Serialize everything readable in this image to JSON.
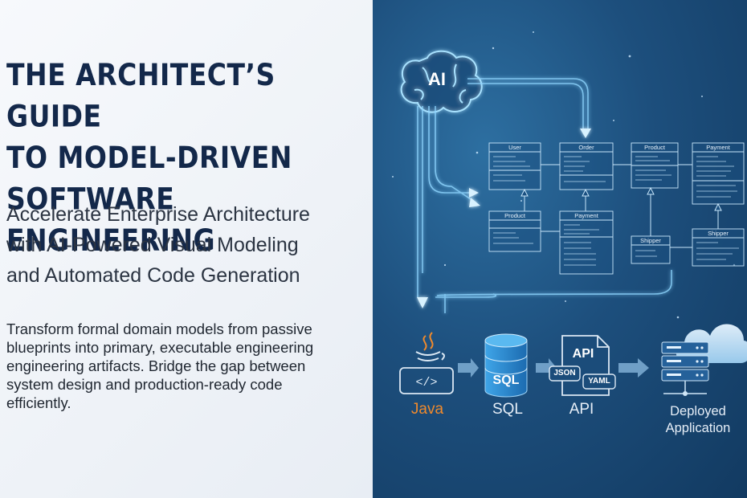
{
  "left": {
    "title_lines": [
      "THE ARCHITECT’S GUIDE",
      "TO MODEL-DRIVEN",
      "SOFTWARE ENGINEERING"
    ],
    "subtitle_lines": [
      "Accelerate Enterprise Architecture",
      "with AI-Powered Visual Modeling",
      "and Automated Code Generation"
    ],
    "body_lines": [
      "Transform formal domain models from passive",
      "blueprints into primary, executable engineering",
      "engineering artifacts. Bridge the gap between",
      "system design and production-ready code",
      "efficiently."
    ]
  },
  "illustration": {
    "ai_label": "AI",
    "classes": [
      {
        "title": "User"
      },
      {
        "title": "Order"
      },
      {
        "title": "Product"
      },
      {
        "title": "Payment"
      },
      {
        "title": "Product"
      },
      {
        "title": "Payment"
      },
      {
        "title": "Shipper"
      },
      {
        "title": "Shipper"
      }
    ],
    "outputs": {
      "java": "Java",
      "sql": "SQL",
      "sql_icon_text": "SQL",
      "api": "API",
      "api_icon_text": "API",
      "json_tag": "JSON",
      "yaml_tag": "YAML",
      "deployed_line1": "Deployed",
      "deployed_line2": "Application"
    },
    "colors": {
      "java_orange": "#f08a2c",
      "glow": "#8fd6ff",
      "navy_title": "#13284a"
    }
  }
}
